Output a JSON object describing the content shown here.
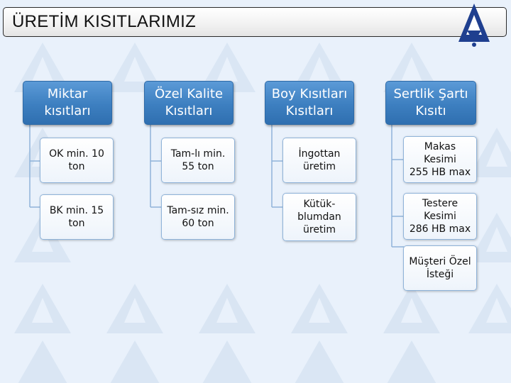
{
  "title": "ÜRETİM KISITLARIMIZ",
  "columns": [
    {
      "header": "Miktar\nkısıtları",
      "items": [
        "OK min. 10\nton",
        "BK min. 15\nton"
      ]
    },
    {
      "header": "Özel Kalite\nKısıtları",
      "items": [
        "Tam-lı min.\n55 ton",
        "Tam-sız min.\n60 ton"
      ]
    },
    {
      "header": "Boy Kısıtları\nKısıtları",
      "items": [
        "İngottan\nüretim",
        "Kütük-\nblumdan\nüretim"
      ]
    },
    {
      "header": "Sertlik Şartı\nKısıtı",
      "items": [
        "Makas\nKesimi\n255  HB max",
        "Testere\nKesimi\n286 HB max",
        "Müşteri Özel\nİsteği"
      ]
    }
  ],
  "colors": {
    "header_fill": "#3d7fc0",
    "connector": "#8fb3d9",
    "background": "#e9f1fb"
  },
  "icons": {
    "logo": "triangle-a-logo-icon"
  }
}
